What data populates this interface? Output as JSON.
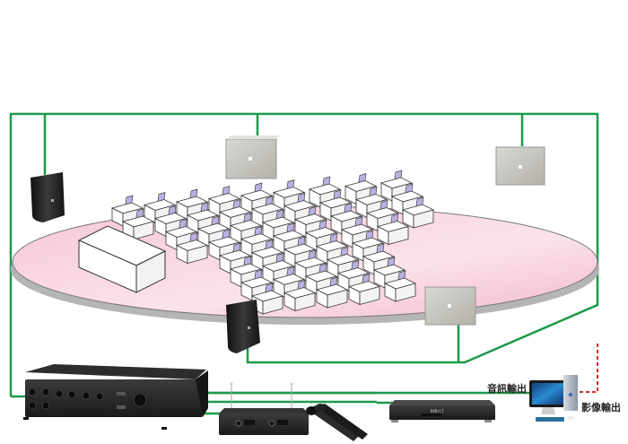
{
  "diagram": {
    "title": "",
    "room": {
      "floor": "stage-floor",
      "floor_color": "#f4bfd0",
      "desk_rows": 8,
      "desks_per_row": 9,
      "lectern": "presenter-table"
    },
    "speakers": [
      {
        "id": "speaker-black-left",
        "type": "wall speaker (black)"
      },
      {
        "id": "speaker-gray-top-center",
        "type": "box speaker (gray)"
      },
      {
        "id": "speaker-gray-top-right",
        "type": "box speaker (gray)"
      },
      {
        "id": "speaker-black-front",
        "type": "wall speaker (black)"
      },
      {
        "id": "speaker-gray-front-right",
        "type": "box speaker (gray)"
      }
    ],
    "equipment": [
      {
        "id": "mixer-amplifier",
        "type": "mixer amplifier"
      },
      {
        "id": "wireless-receiver",
        "type": "wireless microphone receiver"
      },
      {
        "id": "wireless-microphones",
        "type": "handheld wireless microphones"
      },
      {
        "id": "dvd-player",
        "type": "DVD player",
        "display": "DVD/LT"
      },
      {
        "id": "desktop-computer",
        "type": "desktop computer"
      }
    ],
    "labels": {
      "audio_output": "音訊輸出",
      "video_output": "影像輸出"
    },
    "colors": {
      "speaker_wire": "#1e9a4a",
      "video_wire": "#d42a2a"
    }
  }
}
